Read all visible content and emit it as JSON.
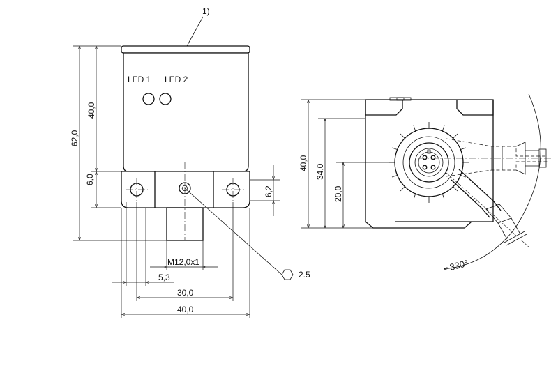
{
  "labels": {
    "footnote": "1)",
    "led1": "LED 1",
    "led2": "LED 2",
    "thread": "M12,0x1",
    "wrench": "2.5",
    "angle": "330°"
  },
  "dimensions": {
    "height_total": "62,0",
    "height_upper": "40,0",
    "flange": "6,0",
    "flange_right": "6,2",
    "offset": "5,3",
    "hole_spacing": "30,0",
    "width": "40,0",
    "side_height": "40,0",
    "side_34": "34,0",
    "side_20": "20,0"
  }
}
